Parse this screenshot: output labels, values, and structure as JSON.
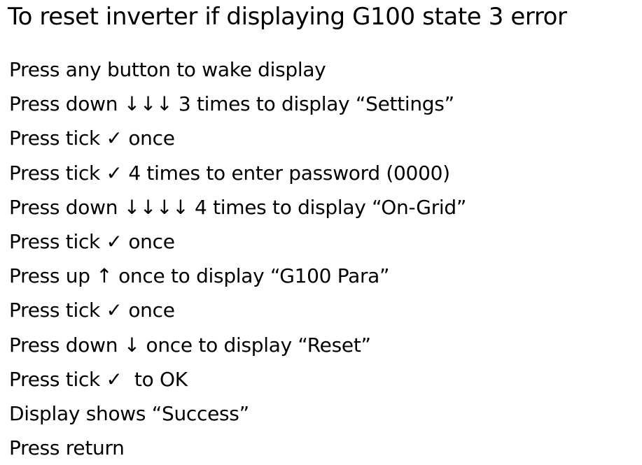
{
  "document": {
    "title": "To reset inverter if displaying G100 state 3 error",
    "steps": [
      "Press any button to wake display",
      "Press down ↓↓↓ 3 times to display “Settings”",
      "Press tick ✓ once",
      "Press tick ✓ 4 times to enter password (0000)",
      "Press down ↓↓↓↓ 4 times to display “On-Grid”",
      "Press tick ✓ once",
      "Press up ↑ once to display “G100 Para”",
      "Press tick ✓ once",
      "Press down ↓ once to display “Reset”",
      "Press tick ✓  to OK",
      "Display shows “Success”",
      "Press return"
    ]
  }
}
